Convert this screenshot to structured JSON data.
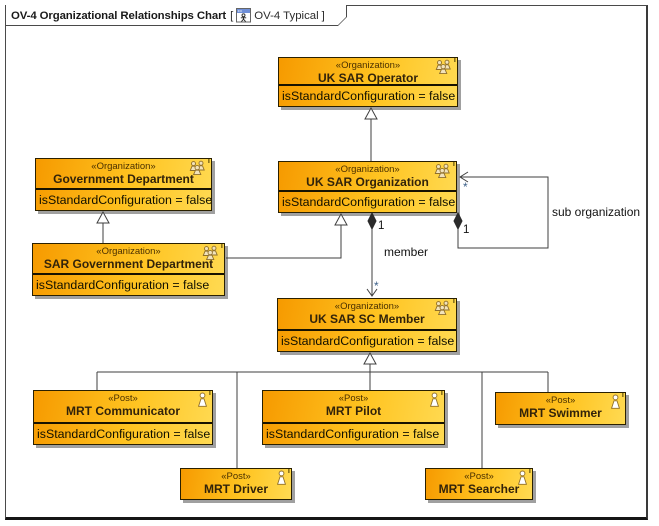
{
  "frame": {
    "title": "OV-4 Organizational Relationships Chart",
    "open_bracket": "[",
    "context": "OV-4 Typical",
    "close_bracket": "]"
  },
  "icons": {
    "badge": "T"
  },
  "colors": {
    "node_gradient_start": "#F69A00",
    "node_gradient_end": "#FFDA52",
    "edge_stroke": "#3F3F3F",
    "multiplicity_star": "#3E6189"
  },
  "nodes": [
    {
      "id": "uk-sar-operator",
      "stereotype": "«Organization»",
      "name": "UK SAR Operator",
      "attribute": "isStandardConfiguration = false"
    },
    {
      "id": "government-department",
      "stereotype": "«Organization»",
      "name": "Government Department",
      "attribute": "isStandardConfiguration = false"
    },
    {
      "id": "uk-sar-organization",
      "stereotype": "«Organization»",
      "name": "UK SAR Organization",
      "attribute": "isStandardConfiguration = false"
    },
    {
      "id": "sar-government-department",
      "stereotype": "«Organization»",
      "name": "SAR Government Department",
      "attribute": "isStandardConfiguration = false"
    },
    {
      "id": "uk-sar-sc-member",
      "stereotype": "«Organization»",
      "name": "UK SAR SC Member",
      "attribute": "isStandardConfiguration = false"
    },
    {
      "id": "mrt-communicator",
      "stereotype": "«Post»",
      "name": "MRT Communicator",
      "attribute": "isStandardConfiguration = false"
    },
    {
      "id": "mrt-pilot",
      "stereotype": "«Post»",
      "name": "MRT Pilot",
      "attribute": "isStandardConfiguration = false"
    },
    {
      "id": "mrt-swimmer",
      "stereotype": "«Post»",
      "name": "MRT Swimmer"
    },
    {
      "id": "mrt-driver",
      "stereotype": "«Post»",
      "name": "MRT Driver"
    },
    {
      "id": "mrt-searcher",
      "stereotype": "«Post»",
      "name": "MRT Searcher"
    }
  ],
  "edges": {
    "member": {
      "label": "member",
      "whole_mult": "1",
      "part_mult": "*"
    },
    "sub_organization": {
      "label": "sub organization",
      "whole_mult": "1",
      "part_mult": "*"
    }
  }
}
